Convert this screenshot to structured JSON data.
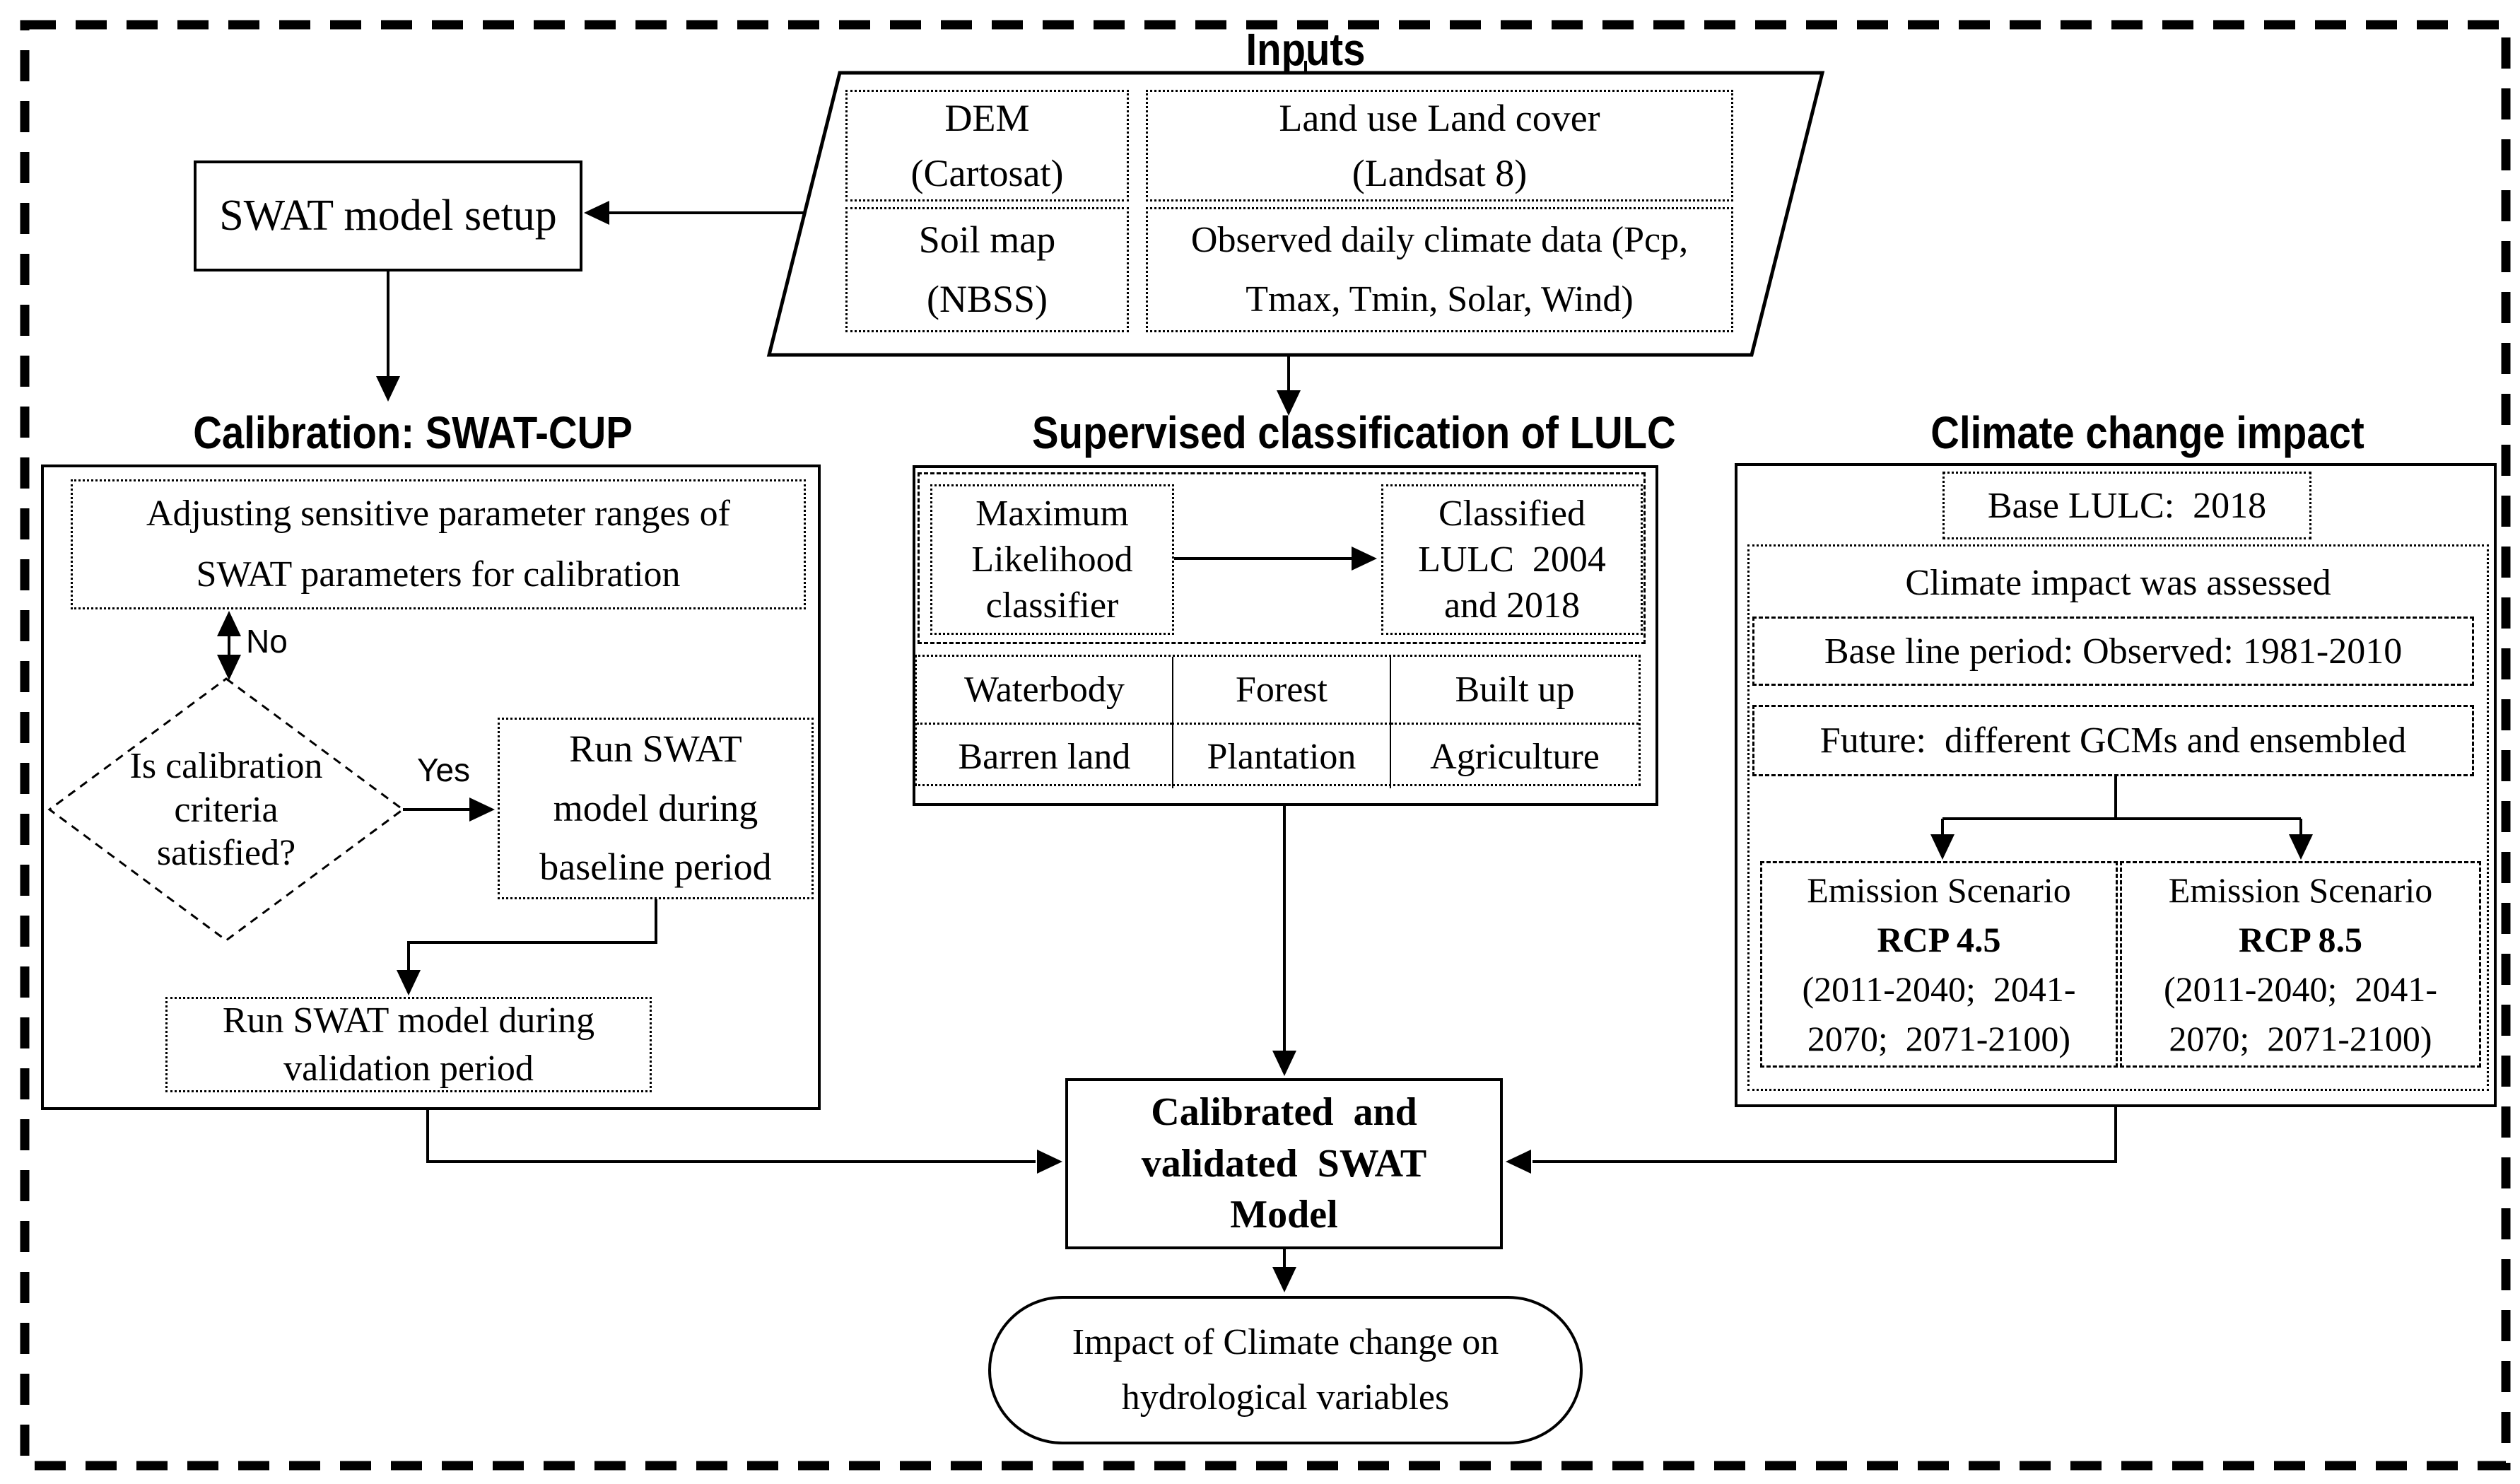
{
  "page": {
    "background": "#ffffff",
    "line_color": "#000000"
  },
  "inputs": {
    "title": "Inputs",
    "dem": {
      "line1": "DEM",
      "line2": "(Cartosat)"
    },
    "lulc": {
      "line1": "Land use Land cover",
      "line2": "(Landsat 8)"
    },
    "soil": {
      "line1": "Soil map",
      "line2": "(NBSS)"
    },
    "climate": {
      "line1": "Observed daily climate data (Pcp,",
      "line2": "Tmax, Tmin, Solar, Wind)"
    }
  },
  "swat_setup": {
    "label": "SWAT model setup"
  },
  "calibration": {
    "title": "Calibration: SWAT-CUP",
    "adjust": {
      "line1": "Adjusting sensitive parameter ranges of",
      "line2": "SWAT parameters for calibration"
    },
    "no_label": "No",
    "diamond": {
      "line1": "Is calibration",
      "line2": "criteria",
      "line3": "satisfied?"
    },
    "yes_label": "Yes",
    "baseline": {
      "line1": "Run SWAT",
      "line2": "model during",
      "line3": "baseline period"
    },
    "validation": {
      "line1": "Run SWAT model during",
      "line2": "validation period"
    }
  },
  "classification": {
    "title": "Supervised classification of LULC",
    "ml": {
      "line1": "Maximum",
      "line2": "Likelihood",
      "line3": "classifier"
    },
    "classified": {
      "line1": "Classified",
      "line2": "LULC  2004",
      "line3": "and 2018"
    },
    "table": {
      "row1": [
        "Waterbody",
        "Forest",
        "Built up"
      ],
      "row2": [
        "Barren land",
        "Plantation",
        "Agriculture"
      ]
    }
  },
  "climate_impact": {
    "title": "Climate change impact",
    "base_lulc": "Base LULC:  2018",
    "assessed": "Climate impact was assessed",
    "baseline_period": "Base line period: Observed: 1981-2010",
    "future": "Future:  different GCMs and ensembled",
    "rcp45": {
      "line1": "Emission Scenario",
      "line2": "RCP 4.5",
      "line3": "(2011-2040;  2041-",
      "line4": "2070;  2071-2100)"
    },
    "rcp85": {
      "line1": "Emission Scenario",
      "line2": "RCP 8.5",
      "line3": "(2011-2040;  2041-",
      "line4": "2070;  2071-2100)"
    }
  },
  "output": {
    "calibrated": {
      "line1": "Calibrated  and",
      "line2": "validated  SWAT",
      "line3": "Model"
    },
    "impact": {
      "line1": "Impact of Climate change on",
      "line2": "hydrological variables"
    }
  }
}
